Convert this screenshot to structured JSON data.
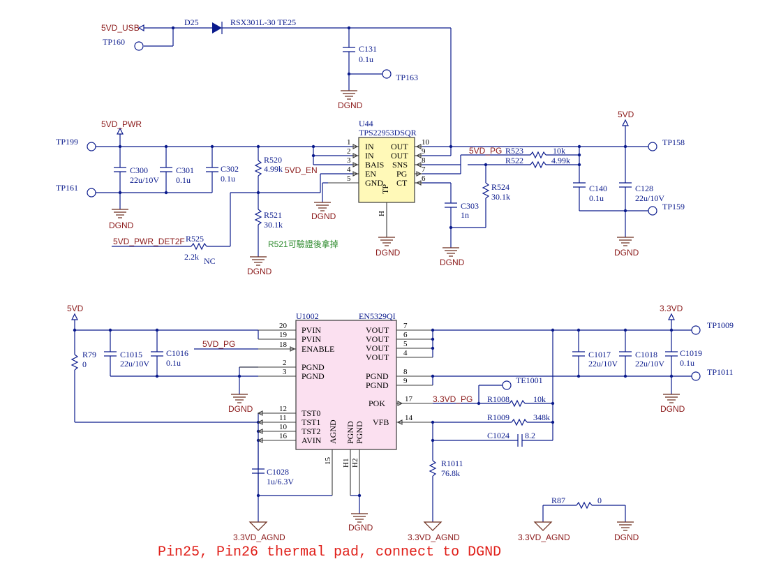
{
  "nets": {
    "5vd_usb": "5VD_USB",
    "5vd_pwr": "5VD_PWR",
    "5vd": "5VD",
    "5vd_en": "5VD_EN",
    "5vd_pg": "5VD_PG",
    "5vd_pwr_det2f": "5VD_PWR_DET2F",
    "3v3vd": "3.3VD",
    "3v3vd_pg": "3.3VD_PG",
    "3v3vd_agnd": "3.3VD_AGND",
    "dgnd": "DGND"
  },
  "testpoints": {
    "tp160": "TP160",
    "tp163": "TP163",
    "tp199": "TP199",
    "tp161": "TP161",
    "tp158": "TP158",
    "tp159": "TP159",
    "tp1009": "TP1009",
    "tp1011": "TP1011",
    "te1001": "TE1001"
  },
  "diode": {
    "ref": "D25",
    "part": "RSX301L-30 TE25"
  },
  "u44": {
    "ref": "U44",
    "part": "TPS22953DSQR",
    "tp_pin": "TP",
    "h_pin": "H",
    "pins_left": [
      {
        "num": "1",
        "name": "IN"
      },
      {
        "num": "2",
        "name": "IN"
      },
      {
        "num": "3",
        "name": "BAIS"
      },
      {
        "num": "4",
        "name": "EN"
      },
      {
        "num": "5",
        "name": "GND"
      }
    ],
    "pins_right": [
      {
        "num": "10",
        "name": "OUT"
      },
      {
        "num": "9",
        "name": "OUT"
      },
      {
        "num": "8",
        "name": "SNS"
      },
      {
        "num": "7",
        "name": "PG"
      },
      {
        "num": "6",
        "name": "CT"
      }
    ]
  },
  "u1002": {
    "ref": "U1002",
    "part": "EN5329QI",
    "pins_left": [
      {
        "num": "20",
        "name": "PVIN"
      },
      {
        "num": "19",
        "name": "PVIN"
      },
      {
        "num": "18",
        "name": "ENABLE"
      },
      {
        "num": "2",
        "name": "PGND"
      },
      {
        "num": "3",
        "name": "PGND"
      },
      {
        "num": "12",
        "name": "TST0"
      },
      {
        "num": "11",
        "name": "TST1"
      },
      {
        "num": "10",
        "name": "TST2"
      },
      {
        "num": "16",
        "name": "AVIN"
      }
    ],
    "pins_right": [
      {
        "num": "7",
        "name": "VOUT"
      },
      {
        "num": "6",
        "name": "VOUT"
      },
      {
        "num": "5",
        "name": "VOUT"
      },
      {
        "num": "4",
        "name": "VOUT"
      },
      {
        "num": "8",
        "name": "PGND"
      },
      {
        "num": "9",
        "name": "PGND"
      },
      {
        "num": "17",
        "name": "POK"
      },
      {
        "num": "14",
        "name": "VFB"
      }
    ],
    "bottom_pins": [
      {
        "num": "15",
        "name": "AGND"
      },
      {
        "num": "H1",
        "name": "PGND"
      },
      {
        "num": "H2",
        "name": "PGND"
      }
    ]
  },
  "components": {
    "c131": {
      "ref": "C131",
      "value": "0.1u"
    },
    "c300": {
      "ref": "C300",
      "value": "22u/10V"
    },
    "c301": {
      "ref": "C301",
      "value": "0.1u"
    },
    "c302": {
      "ref": "C302",
      "value": "0.1u"
    },
    "r520": {
      "ref": "R520",
      "value": "4.99k"
    },
    "r521": {
      "ref": "R521",
      "value": "30.1k"
    },
    "r525": {
      "ref": "R525",
      "value": "2.2k",
      "extra": "NC"
    },
    "c303": {
      "ref": "C303",
      "value": "1n"
    },
    "r524": {
      "ref": "R524",
      "value": "30.1k"
    },
    "r523": {
      "ref": "R523",
      "value": "10k"
    },
    "r522": {
      "ref": "R522",
      "value": "4.99k"
    },
    "c140": {
      "ref": "C140",
      "value": "0.1u"
    },
    "c128": {
      "ref": "C128",
      "value": "22u/10V"
    },
    "r79": {
      "ref": "R79",
      "value": "0"
    },
    "c1015": {
      "ref": "C1015",
      "value": "22u/10V"
    },
    "c1016": {
      "ref": "C1016",
      "value": "0.1u"
    },
    "c1017": {
      "ref": "C1017",
      "value": "22u/10V"
    },
    "c1018": {
      "ref": "C1018",
      "value": "22u/10V"
    },
    "c1019": {
      "ref": "C1019",
      "value": "0.1u"
    },
    "r1008": {
      "ref": "R1008",
      "value": "10k"
    },
    "r1009": {
      "ref": "R1009",
      "value": "348k"
    },
    "c1024": {
      "ref": "C1024",
      "value": "8.2"
    },
    "r1011": {
      "ref": "R1011",
      "value": "76.8k"
    },
    "c1028": {
      "ref": "C1028",
      "value": "1u/6.3V"
    },
    "r87": {
      "ref": "R87",
      "value": "0"
    }
  },
  "annotations": {
    "r521_note": "R521可驗證後拿掉",
    "thermal_note": "Pin25, Pin26 thermal pad, connect to DGND"
  }
}
